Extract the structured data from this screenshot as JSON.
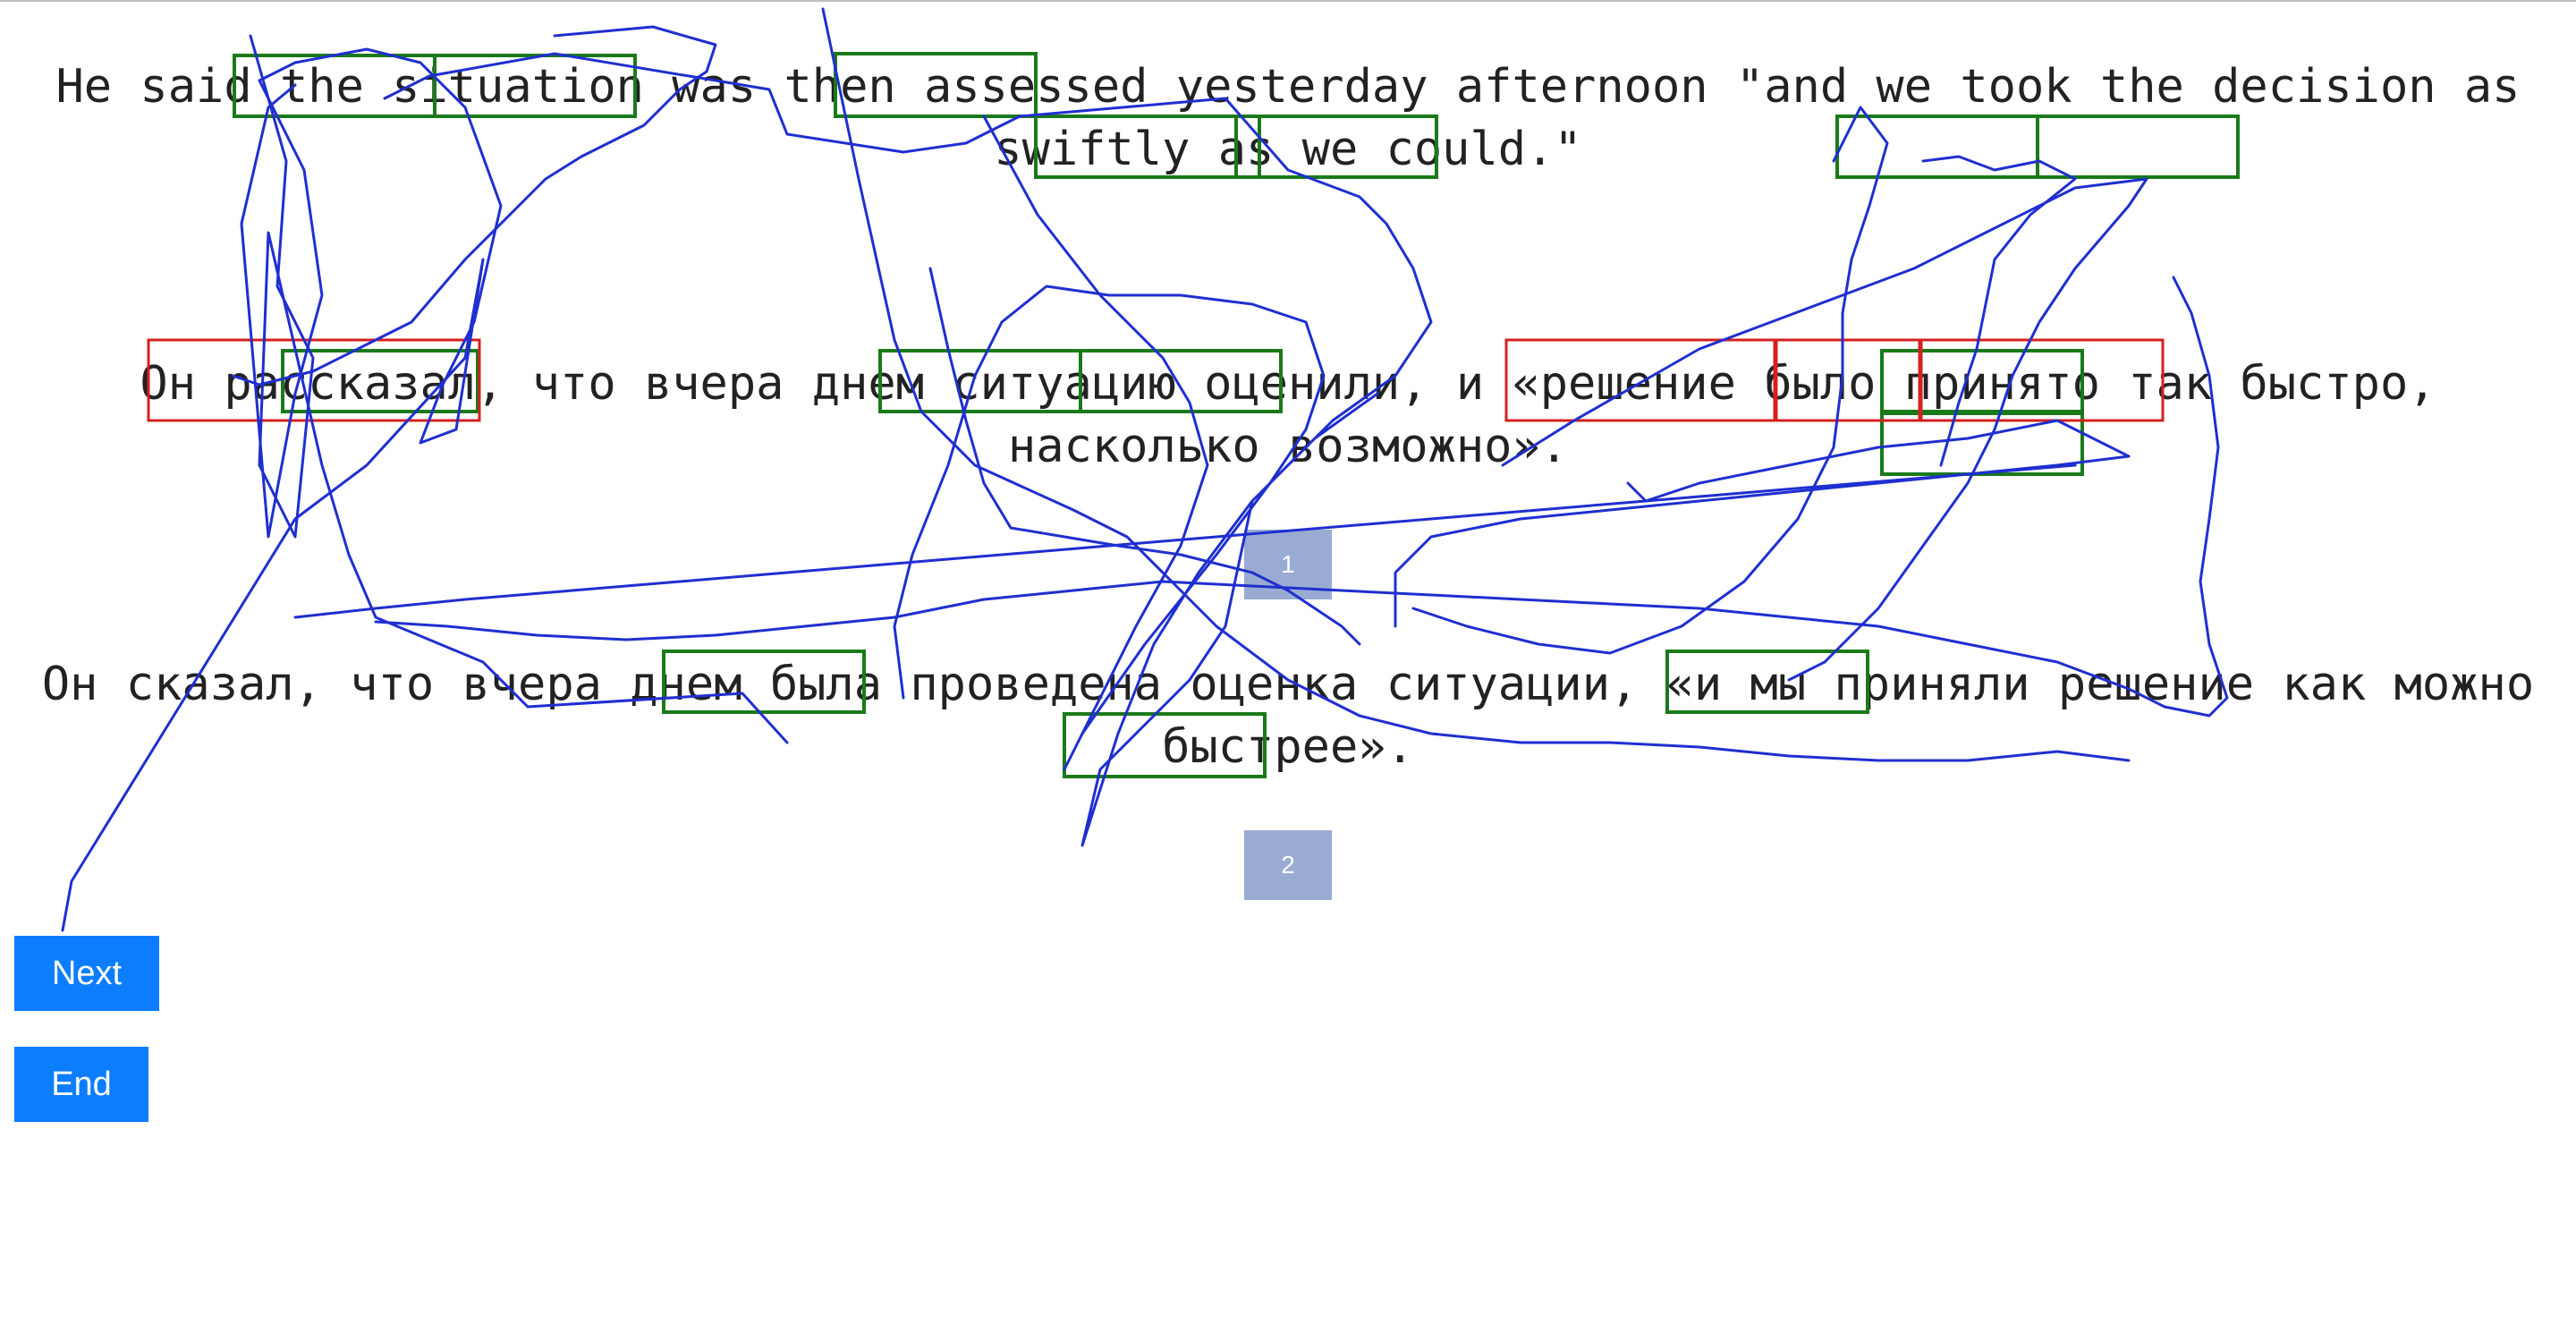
{
  "sentences": {
    "source_en": "He said the situation was then assessed yesterday afternoon \"and we took the decision as swiftly as we could.\"",
    "translation_1": "Он рассказал, что вчера днем ситуацию оценили, и «решение было принято так быстро, насколько возможно».",
    "translation_2": "Он сказал, что вчера днем была проведена оценка ситуации, «и мы приняли решение как можно быстрее»."
  },
  "badges": {
    "first": "1",
    "second": "2"
  },
  "buttons": {
    "next": "Next",
    "end": "End"
  },
  "colors": {
    "button": "#0d7dff",
    "badge": "#9aabd3",
    "match_box": "#1a7a1a",
    "error_box": "#d42020",
    "gaze_trace": "#1f2fd0"
  }
}
